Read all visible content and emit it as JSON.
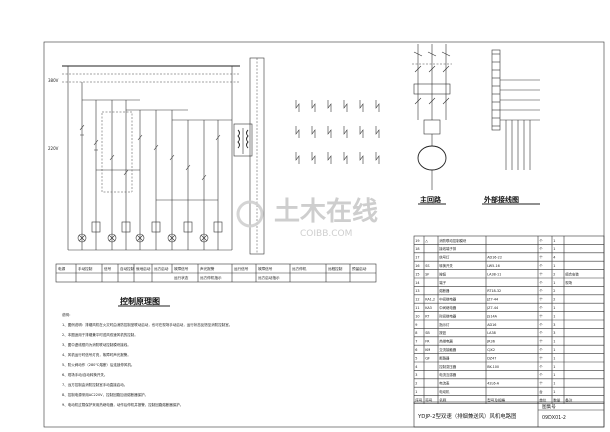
{
  "titles": {
    "control_diagram": "控制原理图",
    "main_circuit": "主回路",
    "external_wiring": "外部接线图"
  },
  "watermark": {
    "cn": "土木在线",
    "en": "COIBB.COM"
  },
  "function_strip": [
    "电源",
    "手动控制",
    "信号",
    "自动控制",
    "就地启动",
    "远方启动",
    "故障信号",
    "声光报警",
    "运行信号",
    "故障信号",
    "远方停机",
    "远程控制",
    "预留启动",
    "预留信号",
    "预留接线",
    "预留运行"
  ],
  "function_strip_sub": [
    "运行状态",
    "远方停机指示",
    "远方启动指示"
  ],
  "notes": [
    "说明：",
    "1、图例说明：排烟风机在火灾时由消防控制室联动启动，也可在现场手动启动，运行状态反馈至消防控制室。",
    "2、本图适用于排烟兼平时送风双速风机的控制。",
    "3、图中虚线框内为消防联动控制模块接线。",
    "4、风机运行时信号灯亮，故障时声光报警。",
    "5、防火阀动作（280℃熔断）后连锁停风机。",
    "6、现场手动/自动转换开关。",
    "7、远方控制由消防控制室手动直接启动。",
    "8、控制电源采用AC220V，控制回路加设熔断器保护。",
    "9、电动机过载保护采用热继电器，动作后停机并报警，控制回路熔断器保护。"
  ],
  "parts_table": [
    [
      "19",
      "△",
      "消防联动控制模块",
      "",
      "个",
      "1",
      ""
    ],
    [
      "18",
      "",
      "接线端子排",
      "",
      "个",
      "1",
      ""
    ],
    [
      "17",
      "",
      "信号灯",
      "AD16-22",
      "个",
      "4",
      ""
    ],
    [
      "16",
      "SS",
      "转换开关",
      "LW5-16",
      "个",
      "1",
      ""
    ],
    [
      "15",
      "SF",
      "按钮",
      "LA38-11",
      "个",
      "2",
      "组合安装"
    ],
    [
      "14",
      "",
      "端子",
      "",
      "个",
      "1",
      "现场"
    ],
    [
      "13",
      "",
      "熔断器",
      "RT18-32",
      "个",
      "2",
      ""
    ],
    [
      "12",
      "KA1,2",
      "中间继电器",
      "JZ7-44",
      "个",
      "2",
      ""
    ],
    [
      "11",
      "KA3",
      "中间继电器",
      "JZ7-44",
      "个",
      "1",
      ""
    ],
    [
      "10",
      "KT",
      "时间继电器",
      "JS14A",
      "个",
      "1",
      ""
    ],
    [
      "9",
      "",
      "指示灯",
      "AD16",
      "个",
      "3",
      ""
    ],
    [
      "8",
      "SB",
      "按钮",
      "LA38",
      "个",
      "3",
      ""
    ],
    [
      "7",
      "FR",
      "热继电器",
      "JR36",
      "个",
      "1",
      ""
    ],
    [
      "6",
      "KM",
      "交流接触器",
      "CJX2",
      "个",
      "1",
      ""
    ],
    [
      "5",
      "QF",
      "断路器",
      "DZ47",
      "个",
      "1",
      ""
    ],
    [
      "4",
      "",
      "控制变压器",
      "BK-100",
      "个",
      "1",
      ""
    ],
    [
      "3",
      "",
      "电流互感器",
      "",
      "个",
      "1",
      ""
    ],
    [
      "2",
      "",
      "电流表",
      "42L6-A",
      "个",
      "1",
      ""
    ],
    [
      "1",
      "",
      "电动机",
      "",
      "台",
      "1",
      ""
    ]
  ],
  "parts_header": [
    "序号",
    "符号",
    "名称",
    "型号及规格",
    "单位",
    "数量",
    "备注"
  ],
  "title_block": {
    "title": "YDJP-2型双速（排烟兼送风）风机电路图",
    "drawing_no_label": "图集号",
    "drawing_no": "09DX01-2"
  },
  "left_labels": {
    "sup": "380V",
    "ctl": "220V"
  }
}
